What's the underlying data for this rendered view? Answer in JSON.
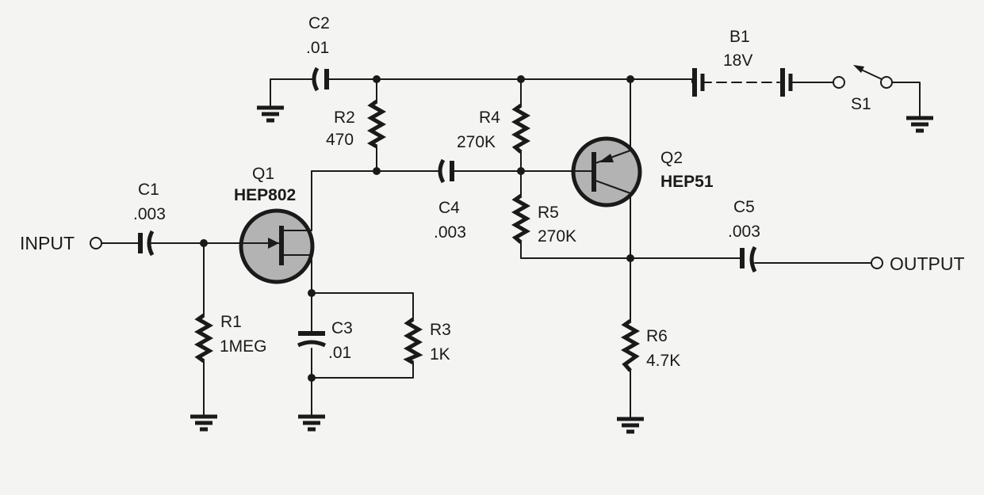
{
  "terminals": {
    "input": "INPUT",
    "output": "OUTPUT"
  },
  "components": {
    "c1": {
      "ref": "C1",
      "value": ".003"
    },
    "c2": {
      "ref": "C2",
      "value": ".01"
    },
    "c3": {
      "ref": "C3",
      "value": ".01"
    },
    "c4": {
      "ref": "C4",
      "value": ".003"
    },
    "c5": {
      "ref": "C5",
      "value": ".003"
    },
    "r1": {
      "ref": "R1",
      "value": "1MEG"
    },
    "r2": {
      "ref": "R2",
      "value": "470"
    },
    "r3": {
      "ref": "R3",
      "value": "1K"
    },
    "r4": {
      "ref": "R4",
      "value": "270K"
    },
    "r5": {
      "ref": "R5",
      "value": "270K"
    },
    "r6": {
      "ref": "R6",
      "value": "4.7K"
    },
    "q1": {
      "ref": "Q1",
      "part": "HEP802"
    },
    "q2": {
      "ref": "Q2",
      "part": "HEP51"
    },
    "b1": {
      "ref": "B1",
      "value": "18V"
    },
    "s1": {
      "ref": "S1"
    }
  }
}
